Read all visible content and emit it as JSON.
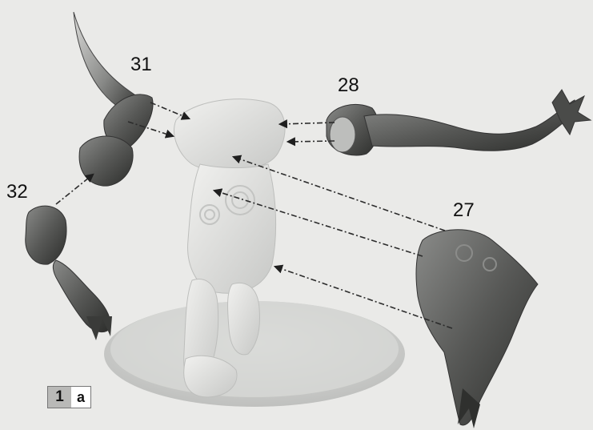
{
  "parts": {
    "p31": "31",
    "p28": "28",
    "p32": "32",
    "p27": "27"
  },
  "step": {
    "number": "1",
    "letter": "a"
  },
  "colors": {
    "background": "#eaeae8",
    "base_ghost": "#d3d4d2",
    "part_shade": "#5d5e5c",
    "arrow": "#2b2b2b"
  }
}
